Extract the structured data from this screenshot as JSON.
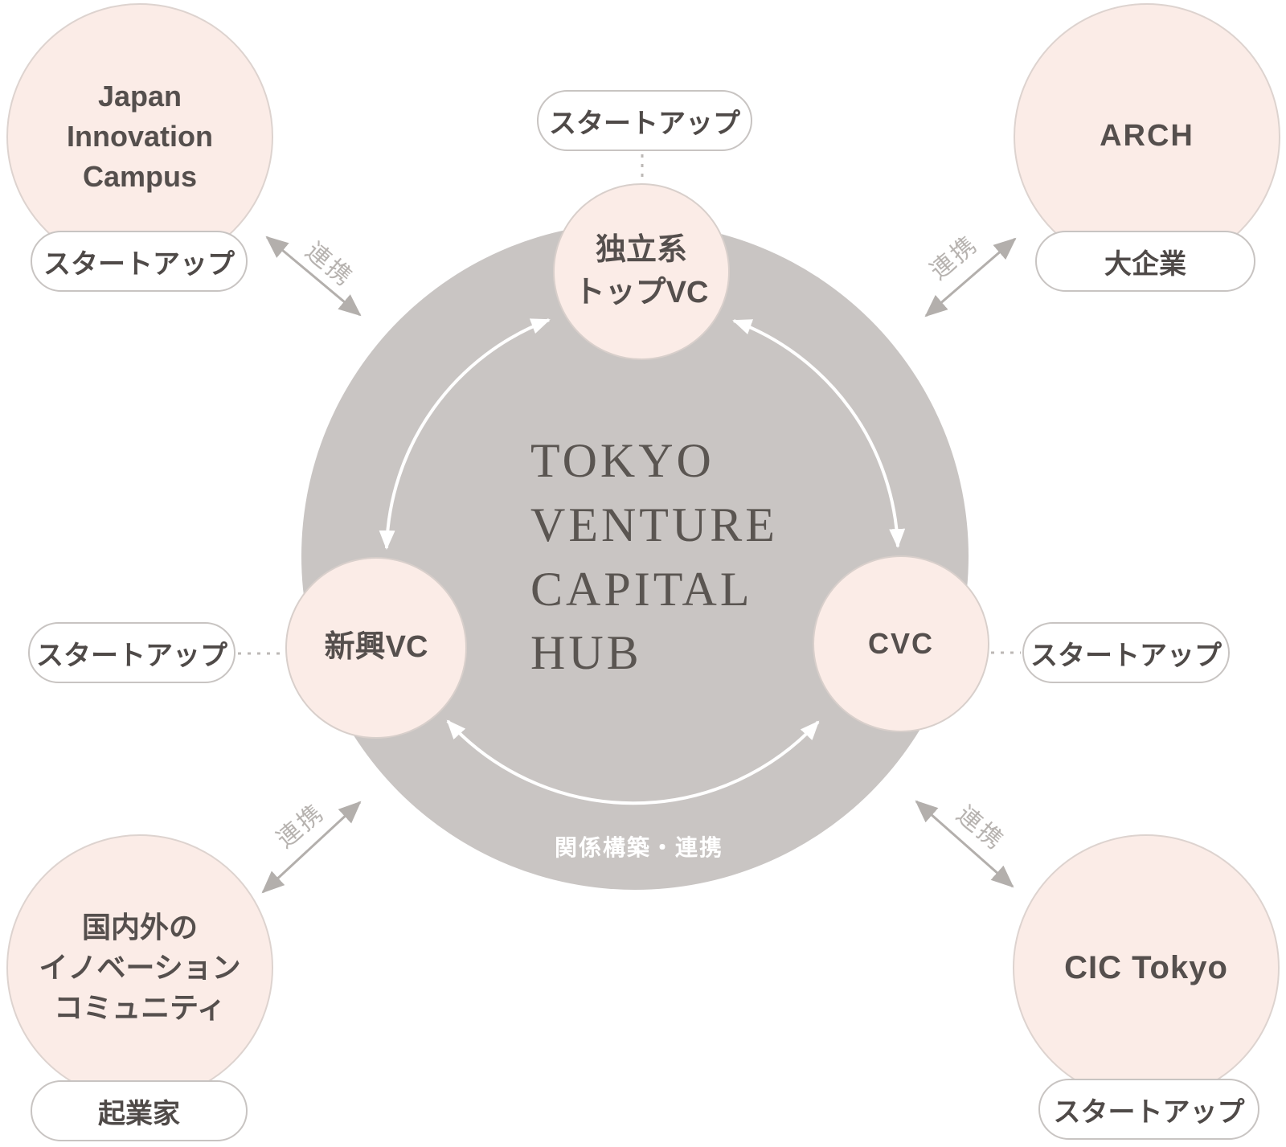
{
  "diagram": {
    "center_title": "TOKYO\nVENTURE\nCAPITAL\nHUB",
    "center_caption": "関係構築・連携",
    "link_label": "連携"
  },
  "hub": {
    "top": {
      "label": "独立系\nトップVC",
      "tag": "スタートアップ"
    },
    "left": {
      "label": "新興VC",
      "tag": "スタートアップ"
    },
    "right": {
      "label": "CVC",
      "tag": "スタートアップ"
    }
  },
  "partners": {
    "top_left": {
      "name": "Japan\nInnovation\nCampus",
      "tag": "スタートアップ"
    },
    "top_right": {
      "name": "ARCH",
      "tag": "大企業"
    },
    "bottom_left": {
      "name": "国内外の\nイノベーション\nコミュニティ",
      "tag": "起業家"
    },
    "bottom_right": {
      "name": "CIC Tokyo",
      "tag": "スタートアップ"
    }
  },
  "colors": {
    "hub_gray": "#c9c5c3",
    "node_pink": "#fbece7",
    "text_dark": "#554f4d",
    "link_gray": "#b7b3b0",
    "arrow_white": "#ffffff",
    "arrow_gray": "#b3afac"
  }
}
